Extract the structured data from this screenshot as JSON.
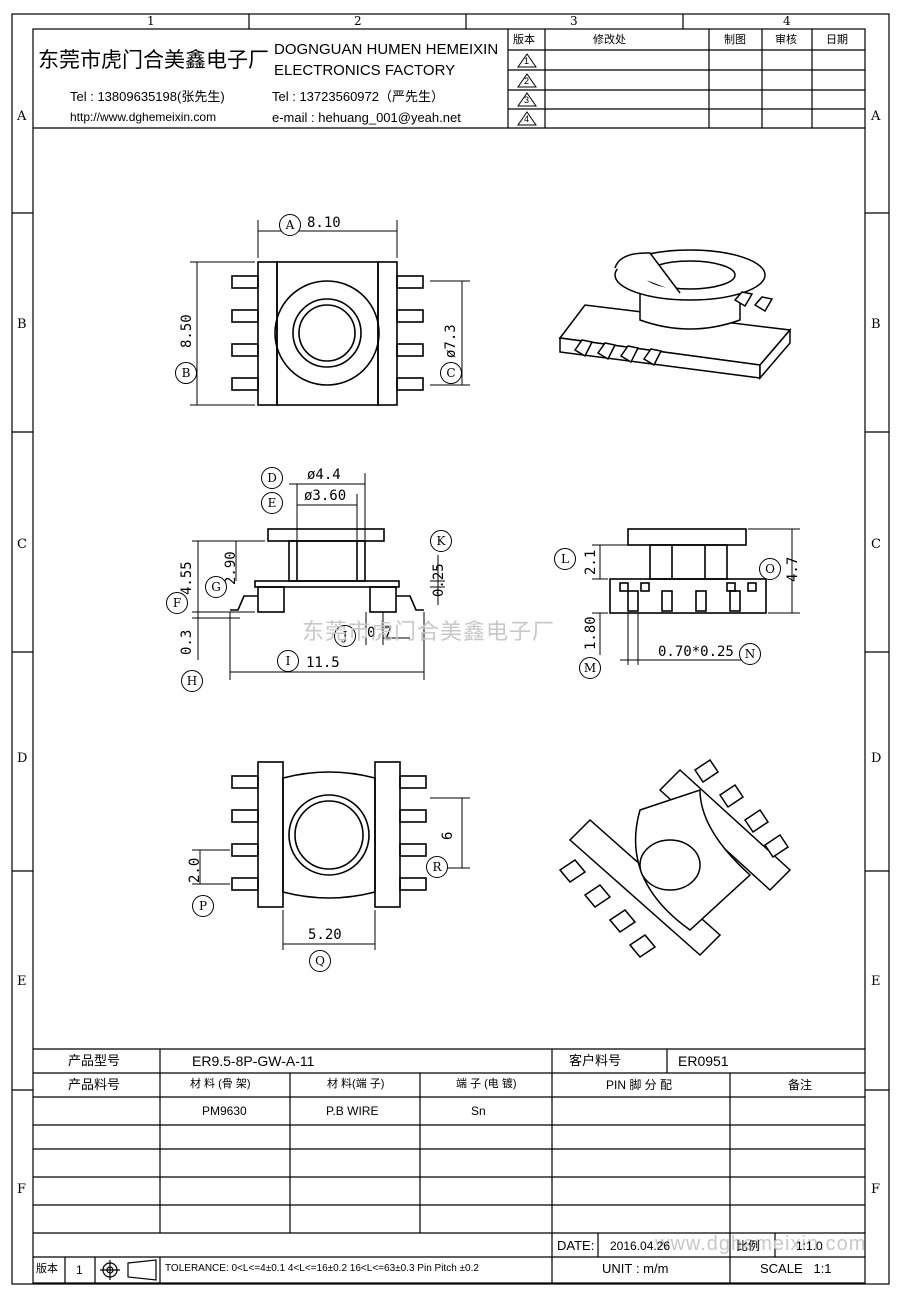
{
  "grid": {
    "columns": [
      "1",
      "2",
      "3",
      "4"
    ],
    "rows": [
      "A",
      "B",
      "C",
      "D",
      "E",
      "F"
    ]
  },
  "header": {
    "company_cn": "东莞市虎门合美鑫电子厂",
    "company_en_line1": "DOGNGUAN HUMEN HEMEIXIN",
    "company_en_line2": "ELECTRONICS FACTORY",
    "tel1": "Tel : 13809635198(张先生)",
    "url": "http://www.dghemeixin.com",
    "tel2": "Tel : 13723560972（严先生）",
    "email": "e-mail : hehuang_001@yeah.net"
  },
  "revision_table": {
    "headers": [
      "版本",
      "修改处",
      "制图",
      "审核",
      "日期"
    ],
    "rows": [
      "1",
      "2",
      "3",
      "4"
    ]
  },
  "dimensions": {
    "A": "8.10",
    "B": "8.50",
    "C": "ø7.3",
    "D": "ø4.4",
    "E": "ø3.60",
    "F": "4.55",
    "G": "2.90",
    "H": "0.3",
    "I": "11.5",
    "J": "0.7",
    "K": "0.25",
    "L": "2.1",
    "M": "1.80",
    "N": "0.70*0.25",
    "O": "4.7",
    "P": "2.0",
    "Q": "5.20",
    "R": "6"
  },
  "markers": [
    "A",
    "B",
    "C",
    "D",
    "E",
    "F",
    "G",
    "H",
    "I",
    "J",
    "K",
    "L",
    "M",
    "N",
    "O",
    "P",
    "Q",
    "R"
  ],
  "watermark": "东莞市虎门合美鑫电子厂",
  "watermark_url": "www.dghemeixin.com",
  "bottom_table": {
    "product_model_label": "产品型号",
    "product_model": "ER9.5-8P-GW-A-11",
    "customer_part_label": "客户料号",
    "customer_part": "ER0951",
    "product_part_label": "产品料号",
    "col_material_bobbin": "材 料 (骨 架)",
    "col_material_terminal": "材 料(端 子)",
    "col_plating": "端 子 (电 镀)",
    "col_pin": "PIN 脚 分 配",
    "col_remark": "备注",
    "material_bobbin": "PM9630",
    "material_terminal": "P.B WIRE",
    "plating": "Sn",
    "date_label": "DATE:",
    "date": "2016.04.26",
    "ratio_label": "比例",
    "ratio": "1:1.0",
    "version_label": "版本",
    "version": "1",
    "tolerance": "TOLERANCE:  0<L<=4±0.1  4<L<=16±0.2  16<L<=63±0.3  Pin Pitch  ±0.2",
    "unit": "UNIT : m/m",
    "scale": "SCALE   1:1"
  }
}
